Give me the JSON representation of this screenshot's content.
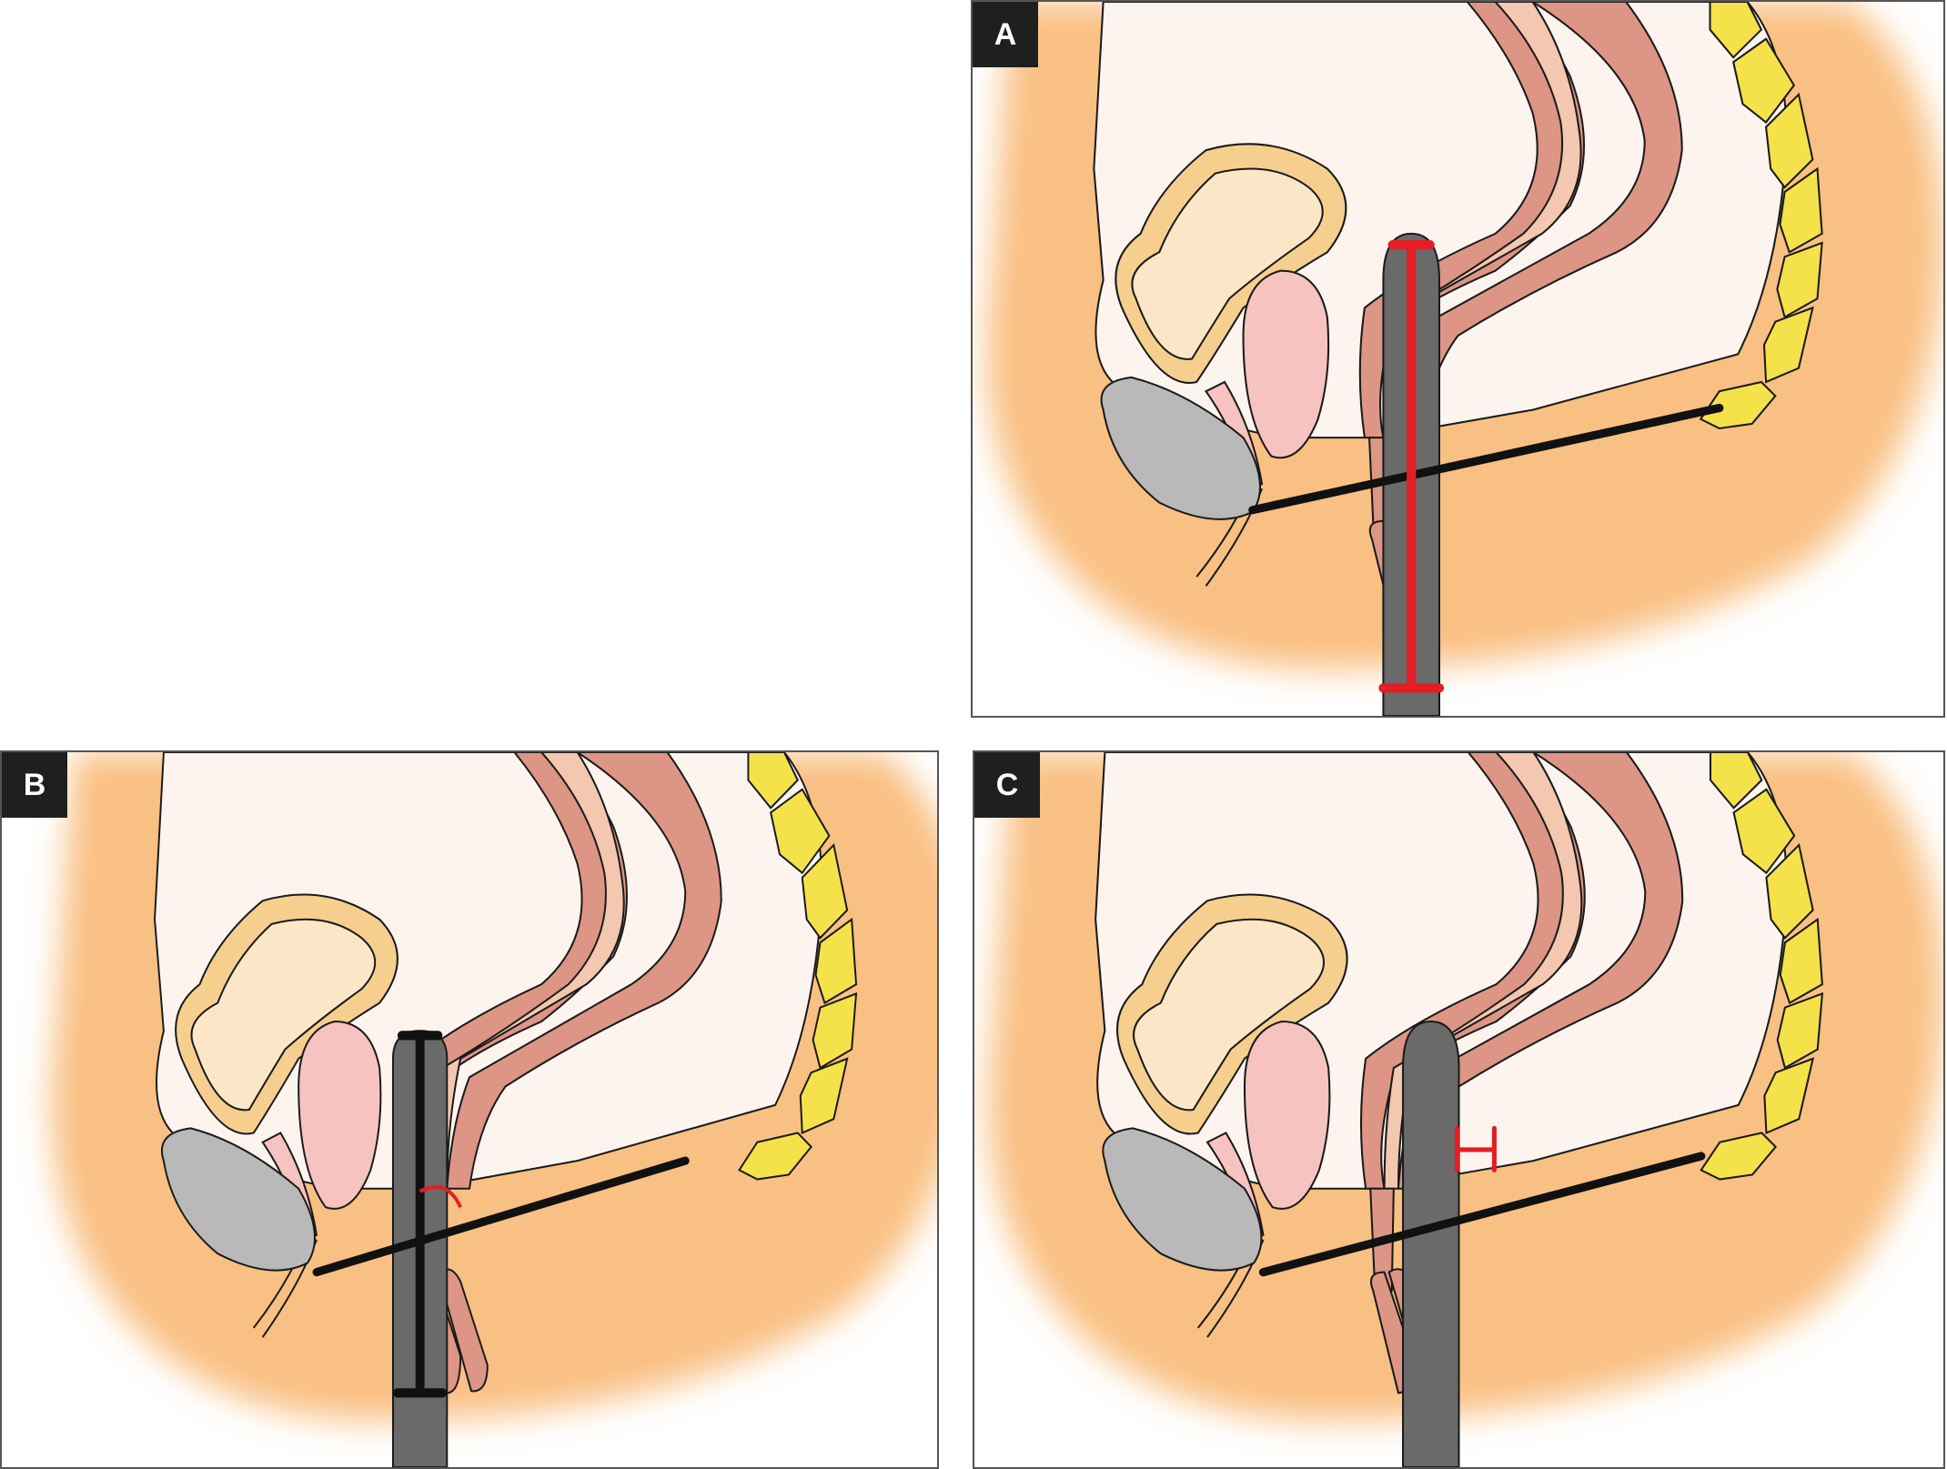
{
  "panels": [
    {
      "id": "A",
      "label": "A",
      "measure_color": "#e31e24",
      "measure_type": "probe-length"
    },
    {
      "id": "B",
      "label": "B",
      "measure_color": "#111111",
      "measure_type": "probe-angle"
    },
    {
      "id": "C",
      "label": "C",
      "measure_color": "#e31e24",
      "measure_type": "probe-distance"
    }
  ],
  "colors": {
    "background_tissue": "#f9c083",
    "pelvic_cavity": "#fdf4ef",
    "bladder": "#fce6c8",
    "bladder_wall": "#f6cf8e",
    "uterus": "#f6c3c0",
    "pubic_bone": "#b9b9b9",
    "rectum_outer": "#dd9585",
    "rectum_inner": "#f3c7b0",
    "sacrum": "#f5e14a",
    "probe": "#6a6a6a",
    "reference_line": "#111111",
    "measure_red": "#e31e24"
  }
}
